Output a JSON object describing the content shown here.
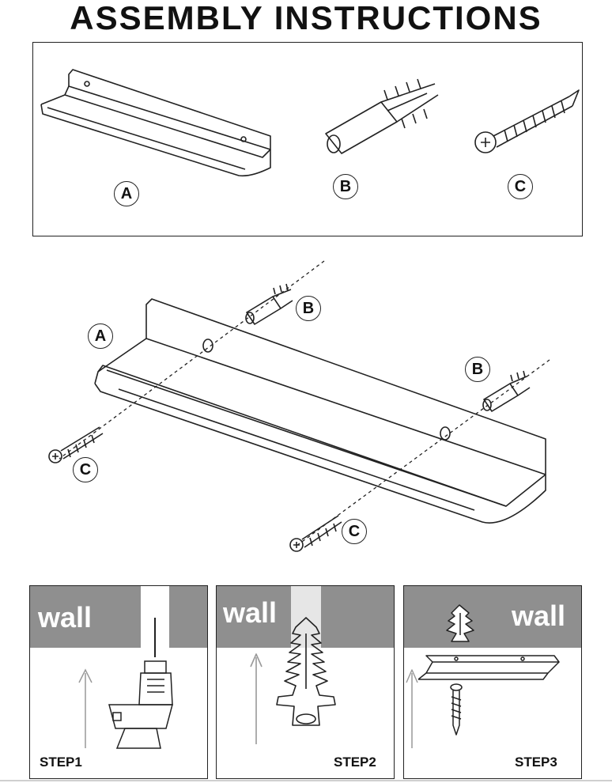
{
  "title": "ASSEMBLY INSTRUCTIONS",
  "parts": {
    "a_label": "A",
    "b_label": "B",
    "c_label": "C"
  },
  "exploded_view": {
    "a_label": "A",
    "b_label_1": "B",
    "b_label_2": "B",
    "c_label_1": "C",
    "c_label_2": "C"
  },
  "steps": [
    {
      "wall": "wall",
      "label": "STEP1"
    },
    {
      "wall": "wall",
      "label": "STEP2"
    },
    {
      "wall": "wall",
      "label": "STEP3"
    }
  ],
  "colors": {
    "wall_band": "#8f8f8f",
    "line": "#222222"
  }
}
